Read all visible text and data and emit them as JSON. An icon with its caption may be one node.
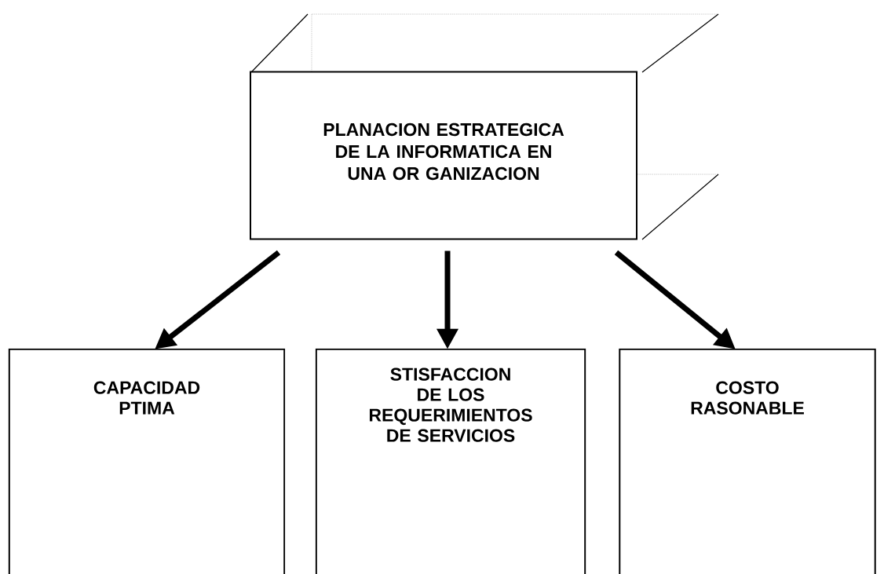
{
  "diagram": {
    "nodes": [
      {
        "text": [
          "PLANACION ESTRATEGICA DE LA INFORMATICA EN UNA OR GANIZACION"
        ]
      },
      {
        "text": [
          "CAPACIDAD PTIMA"
        ]
      },
      {
        "text": [
          "STISFACCION DE LOS REQUERIMIENTOS DE SERVICIOS"
        ]
      },
      {
        "text": [
          "COSTO RASONABLE"
        ]
      }
    ],
    "edges": [
      {
        "from": 0,
        "to": 1,
        "arrow": "to"
      },
      {
        "from": 0,
        "to": 2,
        "arrow": "to"
      },
      {
        "from": 0,
        "to": 3,
        "arrow": "to"
      }
    ]
  }
}
